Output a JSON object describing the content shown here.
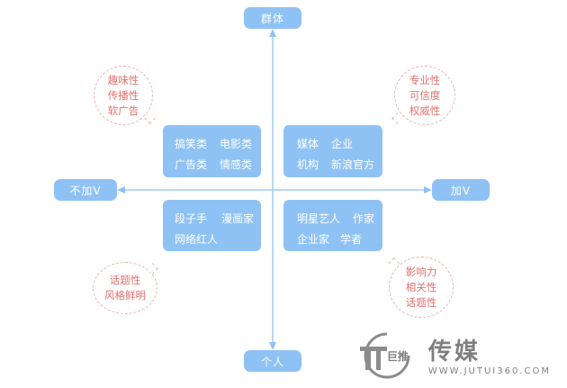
{
  "axes": {
    "top": "群体",
    "bottom": "个人",
    "left": "不加V",
    "right": "加V"
  },
  "quadrants": {
    "top_left": {
      "rows": [
        [
          "搞笑类",
          "电影类"
        ],
        [
          "广告类",
          "情感类"
        ]
      ],
      "bubble": [
        "趣味性",
        "传播性",
        "软广告"
      ]
    },
    "top_right": {
      "rows": [
        [
          "媒体",
          "企业"
        ],
        [
          "机构",
          "新浪官方"
        ]
      ],
      "bubble": [
        "专业性",
        "可信度",
        "权威性"
      ]
    },
    "bottom_left": {
      "rows": [
        [
          "段子手",
          "漫画家"
        ],
        [
          "网络红人",
          ""
        ]
      ],
      "bubble": [
        "话题性",
        "风格鲜明"
      ]
    },
    "bottom_right": {
      "rows": [
        [
          "明星艺人",
          "作家"
        ],
        [
          "企业家",
          "学者"
        ]
      ],
      "bubble": [
        "影响力",
        "相关性",
        "话题性"
      ]
    }
  },
  "watermark": {
    "logo_mark": "巨推",
    "title": "传媒",
    "url": "WWW.JUTUI360.COM"
  },
  "colors": {
    "box_fill": "#8fc2f4",
    "axis_line": "#8fc2f4",
    "bubble_text": "#e3716f",
    "bubble_border": "#eab1b1"
  }
}
